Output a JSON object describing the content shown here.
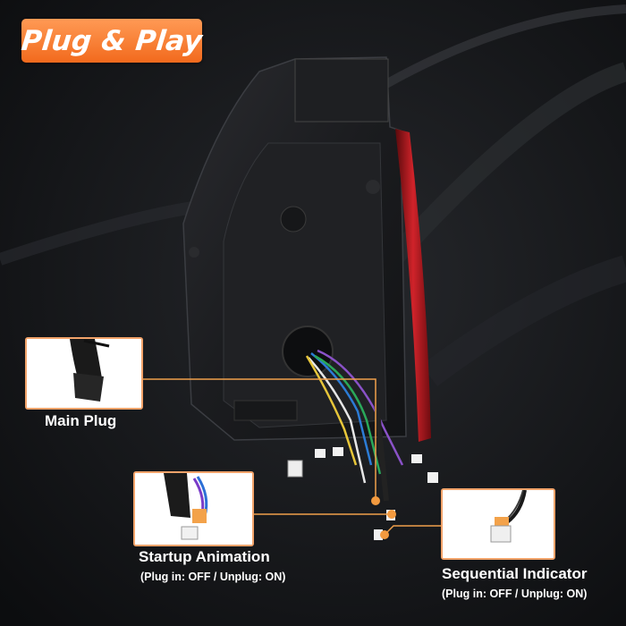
{
  "badge": {
    "text": "Plug & Play"
  },
  "callouts": [
    {
      "title": "Main Plug",
      "note": ""
    },
    {
      "title": "Startup Animation",
      "note": "(Plug in: OFF / Unplug: ON)"
    },
    {
      "title": "Sequential Indicator",
      "note": "(Plug in: OFF / Unplug: ON)"
    }
  ],
  "colors": {
    "badge_orange": "#f47a2c",
    "callout_border": "#f2a36a",
    "leader_line": "#f0a04b",
    "tail_light_red": "#c8181e"
  }
}
